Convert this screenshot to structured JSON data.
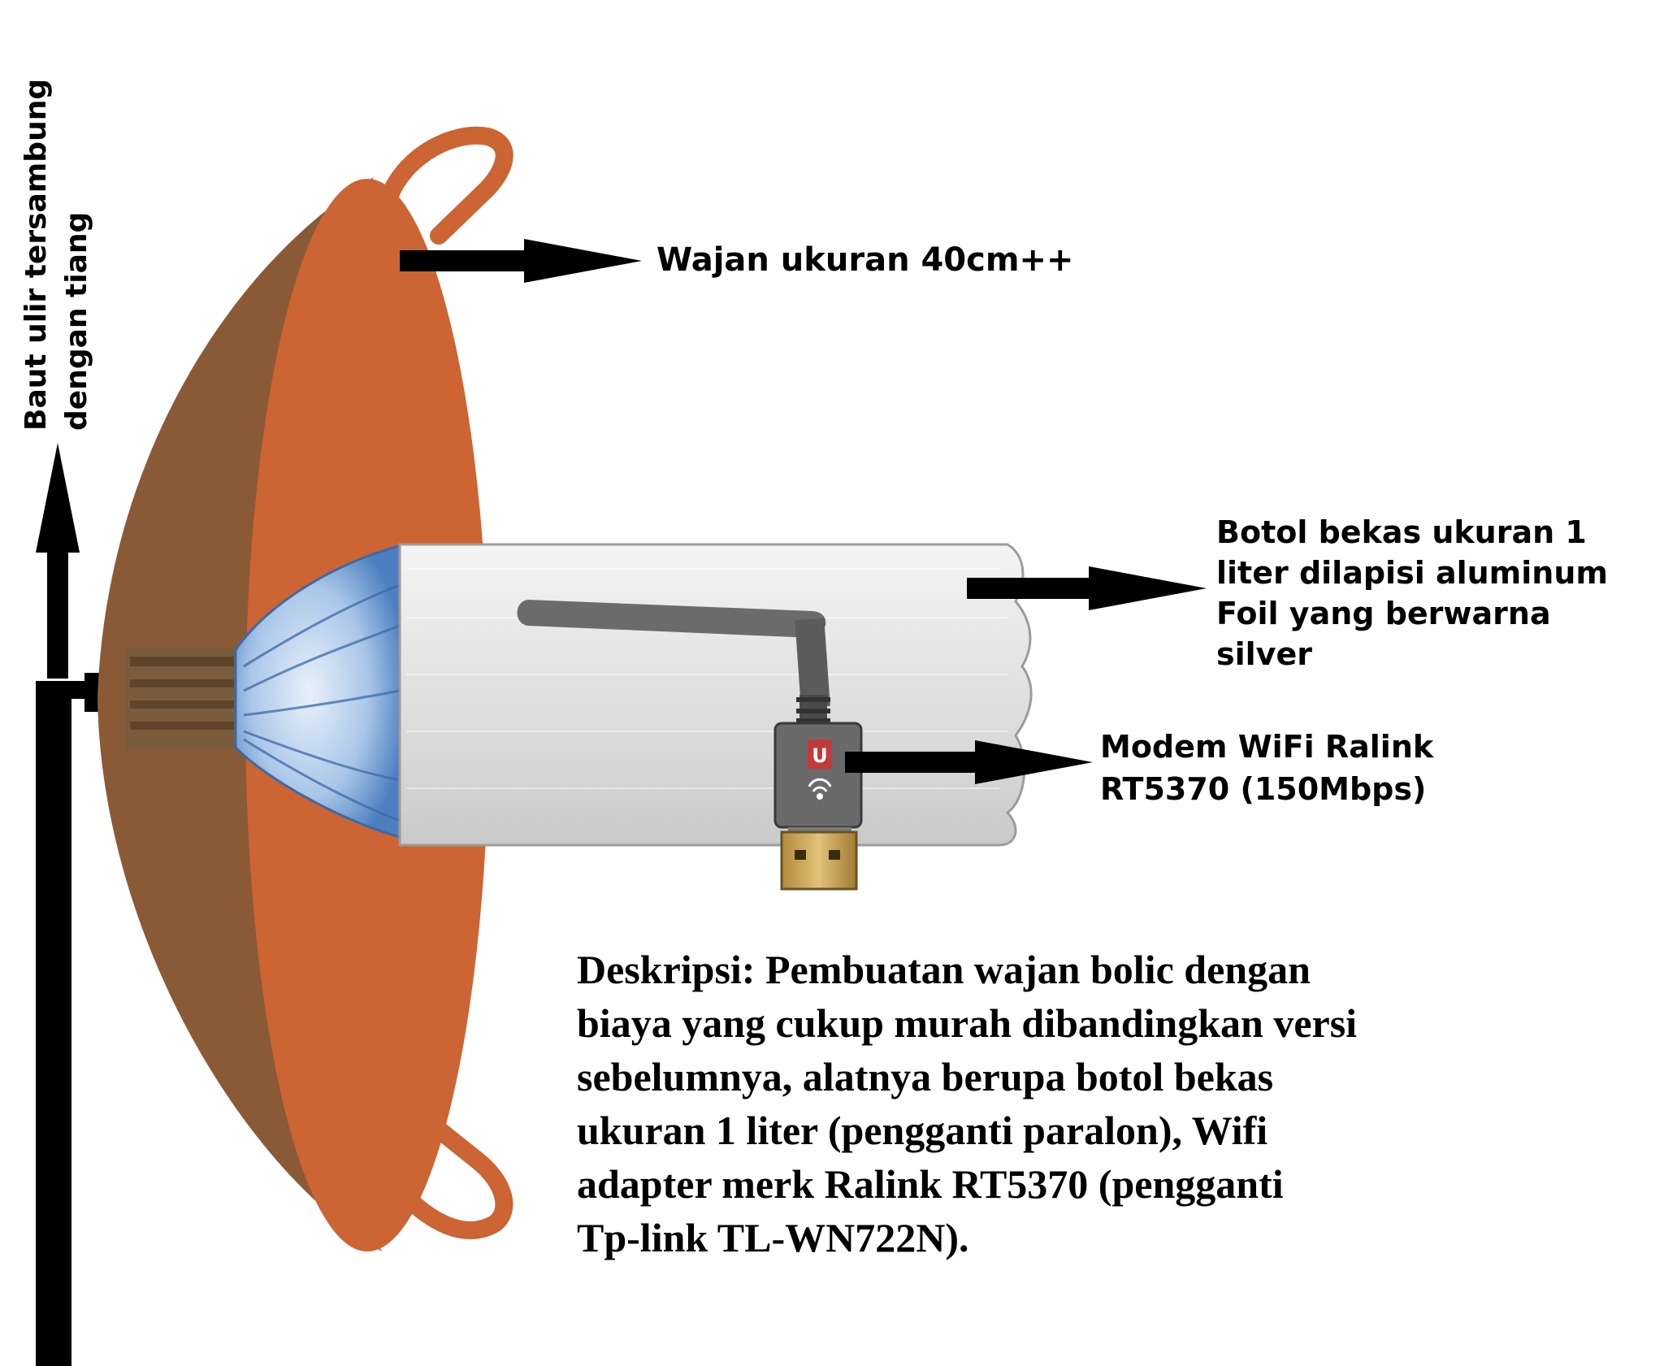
{
  "labels": {
    "wajan": "Wajan ukuran 40cm++",
    "botol": "Botol bekas ukuran 1\nliter dilapisi aluminum\nFoil yang berwarna\nsilver",
    "modem": "Modem WiFi Ralink\nRT5370 (150Mbps)",
    "baut": "Baut ulir tersambung\ndengan tiang"
  },
  "description": "Deskripsi: Pembuatan wajan bolic dengan\nbiaya yang cukup murah dibandingkan versi\nsebelumnya, alatnya berupa botol bekas\nukuran 1 liter (pengganti paralon), Wifi\nadapter merk Ralink RT5370 (pengganti\nTp-link TL-WN722N).",
  "colors": {
    "wok_face": "#cc6433",
    "wok_back": "#8a5a36",
    "foil": "#e2e2e2",
    "bottle": "#6f9fd6",
    "pole": "#000000"
  },
  "icons": {
    "adapter_logo": "wifi-icon"
  }
}
